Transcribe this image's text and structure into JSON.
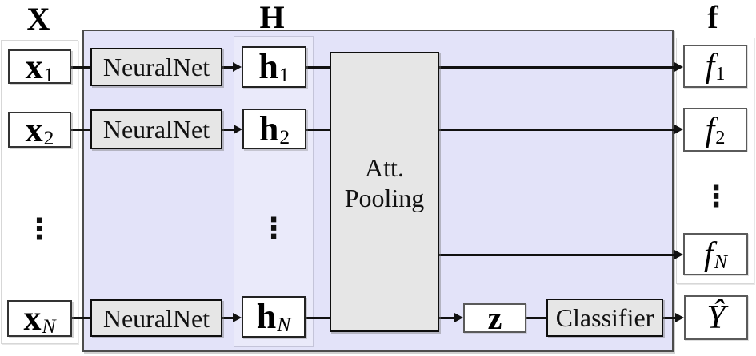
{
  "colors": {
    "bag_fill": "#e3e3f9",
    "bag_border": "#4c4c4c",
    "inner_fill": "#eaeafa",
    "block_fill": "#e6e6e6",
    "block_border": "#0e0e0e",
    "wire": "#111111"
  },
  "columns": {
    "x": {
      "label": "X",
      "items": [
        {
          "base": "x",
          "sub": "1"
        },
        {
          "base": "x",
          "sub": "2"
        },
        {
          "base": "x",
          "sub": "N"
        }
      ],
      "dots": "⋮"
    },
    "h": {
      "label": "H",
      "items": [
        {
          "base": "h",
          "sub": "1"
        },
        {
          "base": "h",
          "sub": "2"
        },
        {
          "base": "h",
          "sub": "N"
        }
      ],
      "dots": "⋮"
    },
    "f": {
      "label": "f",
      "items": [
        {
          "base": "f",
          "sub": "1"
        },
        {
          "base": "f",
          "sub": "2"
        },
        {
          "base": "f",
          "sub": "N"
        }
      ],
      "dots": "⋮"
    }
  },
  "blocks": {
    "neuralnet_1": "NeuralNet",
    "neuralnet_2": "NeuralNet",
    "neuralnet_n": "NeuralNet",
    "att_pooling": {
      "line1": "Att.",
      "line2": "Pooling"
    },
    "z": "z",
    "classifier": "Classifier",
    "y_hat": "Ŷ"
  }
}
